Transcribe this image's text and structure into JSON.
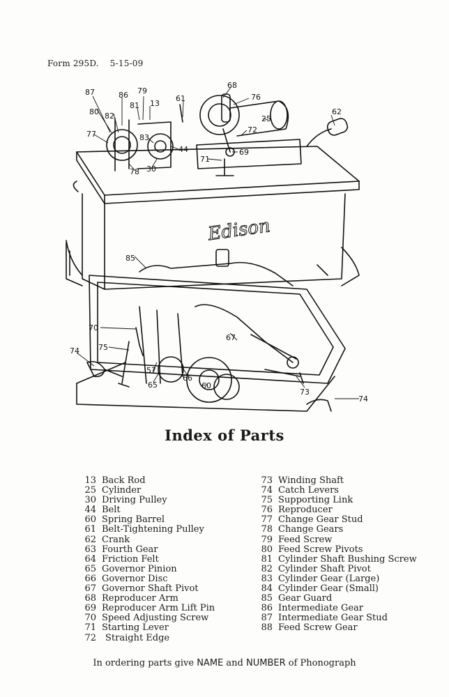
{
  "form": {
    "number": "Form 295D.",
    "date": "5-15-09"
  },
  "figure": {
    "maker_mark": "Edison",
    "callouts": [
      "87",
      "86",
      "79",
      "13",
      "61",
      "68",
      "76",
      "80",
      "82",
      "81",
      "25",
      "62",
      "77",
      "83",
      "72",
      "69",
      "78",
      "30",
      "44",
      "71",
      "85",
      "70",
      "67",
      "74",
      "75",
      "57",
      "65",
      "66",
      "60",
      "73",
      "74"
    ]
  },
  "index": {
    "title": "Index of Parts",
    "left_column": [
      {
        "num": "13",
        "name": "Back Rod"
      },
      {
        "num": "25",
        "name": "Cylinder"
      },
      {
        "num": "30",
        "name": "Driving Pulley"
      },
      {
        "num": "44",
        "name": "Belt"
      },
      {
        "num": "60",
        "name": "Spring Barrel"
      },
      {
        "num": "61",
        "name": "Belt-Tightening Pulley"
      },
      {
        "num": "62",
        "name": "Crank"
      },
      {
        "num": "63",
        "name": "Fourth Gear"
      },
      {
        "num": "64",
        "name": "Friction Felt"
      },
      {
        "num": "65",
        "name": "Governor Pinion"
      },
      {
        "num": "66",
        "name": "Governor Disc"
      },
      {
        "num": "67",
        "name": "Governor Shaft Pivot"
      },
      {
        "num": "68",
        "name": "Reproducer Arm"
      },
      {
        "num": "69",
        "name": "Reproducer Arm Lift Pin"
      },
      {
        "num": "70",
        "name": "Speed Adjusting Screw"
      },
      {
        "num": "71",
        "name": "Starting Lever"
      },
      {
        "num": "72",
        "name": "Straight Edge"
      }
    ],
    "right_column": [
      {
        "num": "73",
        "name": "Winding Shaft"
      },
      {
        "num": "74",
        "name": "Catch Levers"
      },
      {
        "num": "75",
        "name": "Supporting Link"
      },
      {
        "num": "76",
        "name": "Reproducer"
      },
      {
        "num": "77",
        "name": "Change Gear Stud"
      },
      {
        "num": "78",
        "name": "Change Gears"
      },
      {
        "num": "79",
        "name": "Feed Screw"
      },
      {
        "num": "80",
        "name": "Feed Screw Pivots"
      },
      {
        "num": "81",
        "name": "Cylinder Shaft Bushing Screw"
      },
      {
        "num": "82",
        "name": "Cylinder Shaft Pivot"
      },
      {
        "num": "83",
        "name": "Cylinder Gear (Large)"
      },
      {
        "num": "84",
        "name": "Cylinder Gear (Small)"
      },
      {
        "num": "85",
        "name": "Gear Guard"
      },
      {
        "num": "86",
        "name": "Intermediate Gear"
      },
      {
        "num": "87",
        "name": "Intermediate Gear Stud"
      },
      {
        "num": "88",
        "name": "Feed Screw Gear"
      }
    ]
  },
  "footer": {
    "prefix": "In ordering parts give",
    "name_word": "NAME",
    "and_word": "and",
    "number_word": "NUMBER",
    "suffix": "of Phonograph"
  }
}
